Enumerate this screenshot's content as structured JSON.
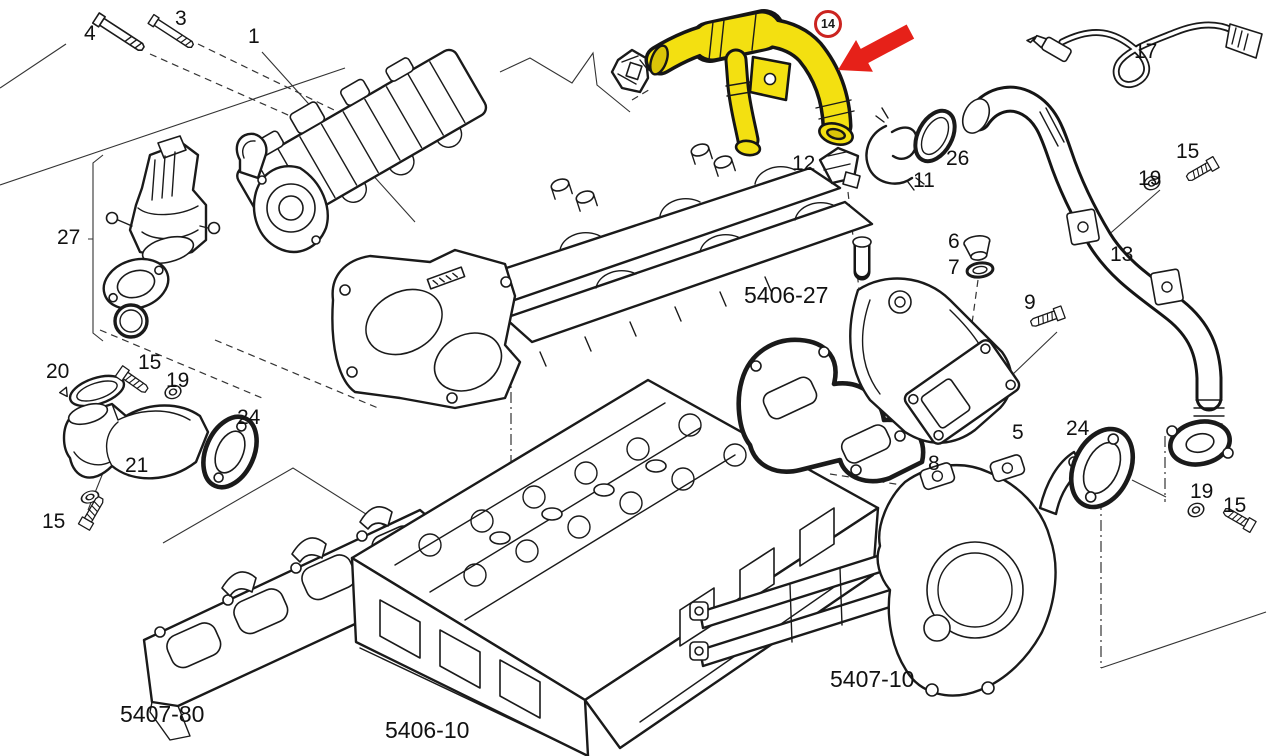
{
  "figure": {
    "type": "exploded-parts-diagram",
    "subject": "engine intake / EGR system exploded view",
    "background": "#ffffff",
    "line_color": "#1a1a1a",
    "highlight": {
      "highlighted_part_number": "14",
      "highlight_fill": "#f3e011",
      "badge_ring_color": "#cb2420",
      "arrow_color": "#e62119"
    }
  },
  "part_labels": [
    "4",
    "3",
    "1",
    "27",
    "20",
    "15",
    "19",
    "24",
    "21",
    "15",
    "12",
    "11",
    "26",
    "17",
    "15",
    "19",
    "13",
    "6",
    "7",
    "9",
    "5",
    "8",
    "24",
    "19",
    "15"
  ],
  "assembly_labels": [
    "5407-80",
    "5406-10",
    "5406-27",
    "5407-10"
  ],
  "badge": {
    "text": "14"
  }
}
